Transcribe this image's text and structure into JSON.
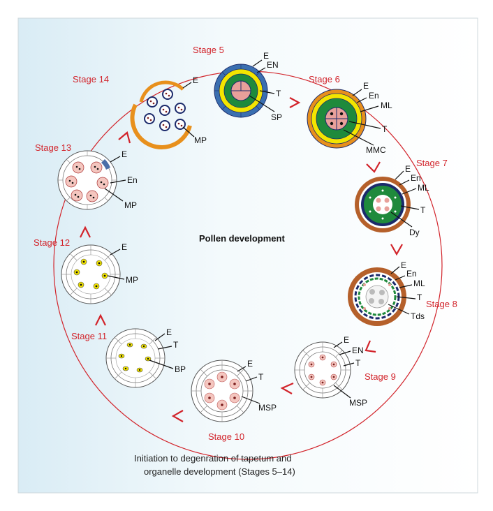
{
  "title": "Pollen development",
  "caption": {
    "line1": "Initiation to degenration of tapetum and",
    "line2": "organelle development (Stages 5–14)"
  },
  "stages": {
    "s5": "Stage 5",
    "s6": "Stage 6",
    "s7": "Stage 7",
    "s8": "Stage 8",
    "s9": "Stage 9",
    "s10": "Stage 10",
    "s11": "Stage 11",
    "s12": "Stage 12",
    "s13": "Stage 13",
    "s14": "Stage 14"
  },
  "labels": {
    "s5": [
      "E",
      "EN",
      "T",
      "SP"
    ],
    "s6": [
      "E",
      "En",
      "ML",
      "T",
      "MMC"
    ],
    "s7": [
      "E",
      "En",
      "ML",
      "T",
      "Dy"
    ],
    "s8": [
      "E",
      "En",
      "ML",
      "T",
      "Tds"
    ],
    "s9": [
      "E",
      "EN",
      "T",
      "MSP"
    ],
    "s10": [
      "E",
      "T",
      "MSP"
    ],
    "s11": [
      "E",
      "T",
      "BP"
    ],
    "s12": [
      "E",
      "MP"
    ],
    "s13": [
      "E",
      "En",
      "MP"
    ],
    "s14": [
      "E",
      "MP"
    ]
  },
  "colors": {
    "stage_text": "#d2232a",
    "arrow": "#d2232a",
    "epidermis_brown": "#b5602b",
    "endothecium_blue": "#3a6fb0",
    "middle_yellow": "#f3e500",
    "tapetum_green": "#1f8a3c",
    "sporocyte_pink": "#e8a09a",
    "microspore_pink": "#f4c6bf",
    "navy": "#1b2a6b",
    "orange": "#e8901c"
  }
}
